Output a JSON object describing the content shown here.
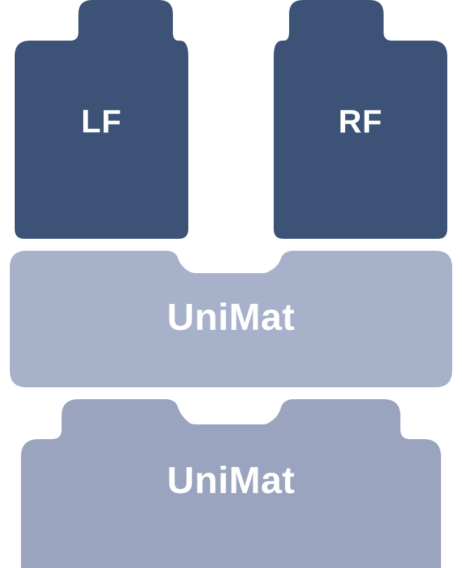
{
  "mats": {
    "front_left": {
      "label": "LF",
      "color": "#3c5276"
    },
    "front_right": {
      "label": "RF",
      "color": "#3c5276"
    },
    "middle": {
      "label": "UniMat",
      "color": "#a7b1ca"
    },
    "rear": {
      "label": "UniMat",
      "color": "#9aa4be"
    }
  },
  "label_color": "#ffffff",
  "background_color": "#ffffff"
}
